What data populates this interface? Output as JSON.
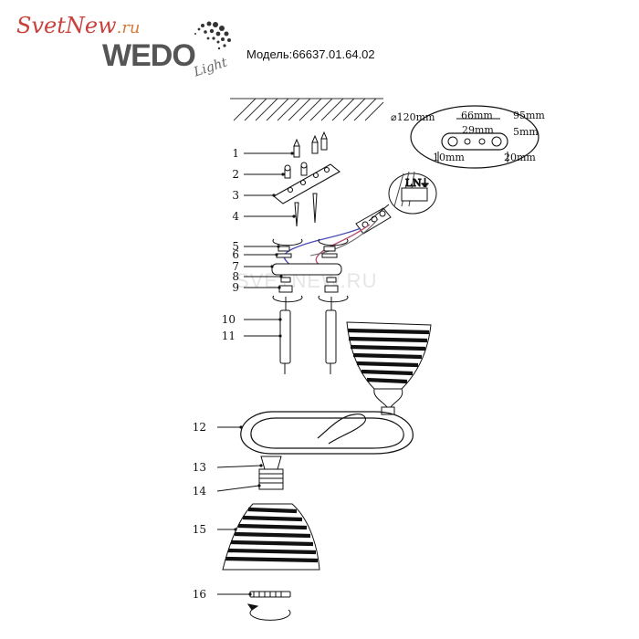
{
  "logo": {
    "brand": "SvetNew",
    "brand_tld": ".ru",
    "wordmark": "WEDO",
    "subword": "Light"
  },
  "model_label": "Модель:66637.01.64.02",
  "watermark": "SVETNEW.RU",
  "bracket_dims": {
    "diameter": "⌀120mm",
    "d66": "66mm",
    "d95": "95mm",
    "d29": "29mm",
    "d5": "5mm",
    "d10": "10mm",
    "d20": "20mm"
  },
  "terminal_labels": [
    "L",
    "N",
    "⏚"
  ],
  "parts": [
    {
      "num": "1"
    },
    {
      "num": "2"
    },
    {
      "num": "3"
    },
    {
      "num": "4"
    },
    {
      "num": "5"
    },
    {
      "num": "6"
    },
    {
      "num": "7"
    },
    {
      "num": "8"
    },
    {
      "num": "9"
    },
    {
      "num": "10"
    },
    {
      "num": "11"
    },
    {
      "num": "12"
    },
    {
      "num": "13"
    },
    {
      "num": "14"
    },
    {
      "num": "15"
    },
    {
      "num": "16"
    }
  ],
  "colors": {
    "line": "#222222",
    "wire_blue": "#4a4ab8",
    "wire_red": "#b84a6a",
    "shade_stripe": "#111111",
    "ceiling_hatch": "#333333"
  }
}
